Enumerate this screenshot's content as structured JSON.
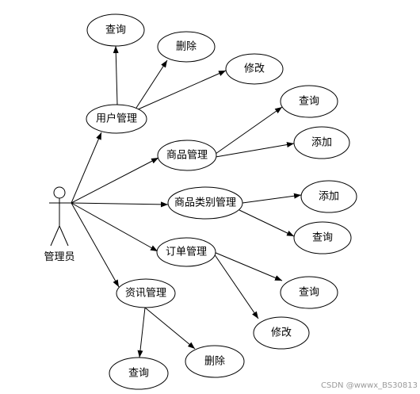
{
  "actor": {
    "label": "管理员"
  },
  "user": {
    "label": "用户管理",
    "query": "查询",
    "delete": "删除",
    "modify": "修改"
  },
  "product": {
    "label": "商品管理",
    "query": "查询",
    "add": "添加"
  },
  "category": {
    "label": "商品类别管理",
    "add": "添加",
    "query": "查询"
  },
  "order": {
    "label": "订单管理",
    "query": "查询",
    "modify": "修改"
  },
  "news": {
    "label": "资讯管理",
    "query": "查询",
    "delete": "删除"
  },
  "watermark": "CSDN @wwwx_BS30813",
  "colors": {
    "stroke": "#000000",
    "background": "#ffffff",
    "watermark": "#9a9a9a"
  }
}
